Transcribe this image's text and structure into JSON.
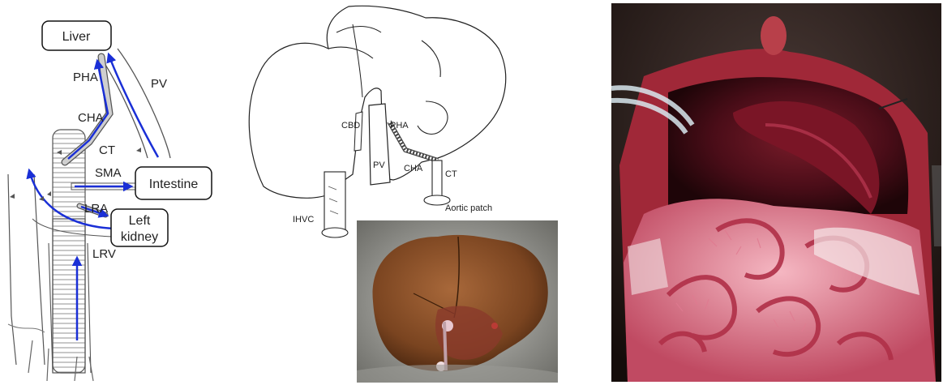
{
  "left_diagram": {
    "boxes": {
      "liver": "Liver",
      "intestine": "Intestine",
      "left_kidney_line1": "Left",
      "left_kidney_line2": "kidney"
    },
    "labels": {
      "pha": "PHA",
      "pv": "PV",
      "cha": "CHA",
      "ct": "CT",
      "sma": "SMA",
      "lra": "LRA",
      "lrv": "LRV"
    },
    "arrow_color": "#1a2fd6"
  },
  "middle_diagram": {
    "labels": {
      "cbd": "CBD",
      "pha": "PHA",
      "pv": "PV",
      "cha": "CHA",
      "ct": "CT",
      "aortic_patch": "Aortic patch",
      "ihvc": "IHVC"
    }
  },
  "photos": {
    "liver_photo": "explanted liver photograph",
    "surgical_photo": "abdominal surgical field photograph"
  }
}
